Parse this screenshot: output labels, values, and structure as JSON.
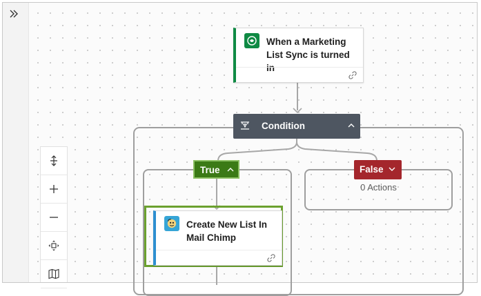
{
  "sidebar": {
    "expand_icon": "double-chevron-right"
  },
  "zoom_controls": {
    "items": [
      {
        "icon": "fit-vertical-icon"
      },
      {
        "icon": "zoom-in-icon"
      },
      {
        "icon": "zoom-out-icon"
      },
      {
        "icon": "fit-to-screen-icon"
      },
      {
        "icon": "minimap-icon"
      }
    ]
  },
  "trigger": {
    "title": "When a Marketing List Sync is turned in",
    "icon": "dynamics-icon",
    "accent_color": "#0f8a44"
  },
  "condition": {
    "title": "Condition",
    "header_color": "#4e5661"
  },
  "branches": {
    "true": {
      "label": "True",
      "color": "#3b7a16"
    },
    "false": {
      "label": "False",
      "color": "#a4262c",
      "empty_text": "0 Actions"
    }
  },
  "action": {
    "title": "Create New List In Mail Chimp",
    "icon": "mailchimp-icon",
    "accent_color": "#2d8fd0"
  }
}
